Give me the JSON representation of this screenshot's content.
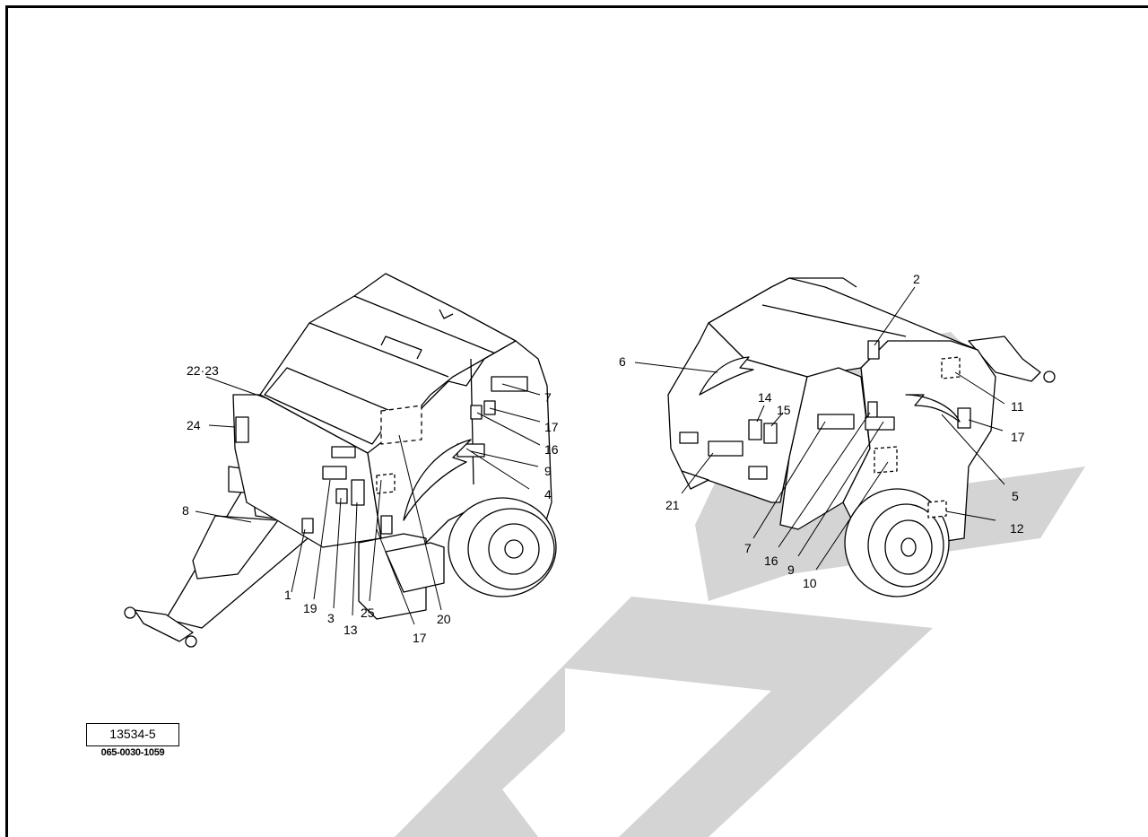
{
  "figure": {
    "code_box": "13534-5",
    "part_number": "065-0030-1059"
  },
  "left_view": {
    "labels": [
      "22·23",
      "24",
      "8",
      "1",
      "19",
      "3",
      "13",
      "25",
      "17",
      "20",
      "4",
      "9",
      "16",
      "17",
      "7"
    ]
  },
  "right_view": {
    "labels": [
      "2",
      "6",
      "14",
      "15",
      "21",
      "11",
      "17",
      "5",
      "12",
      "7",
      "16",
      "9",
      "10"
    ]
  },
  "colors": {
    "line": "#000000",
    "watermark": "#d4d4d4",
    "background": "#ffffff"
  }
}
